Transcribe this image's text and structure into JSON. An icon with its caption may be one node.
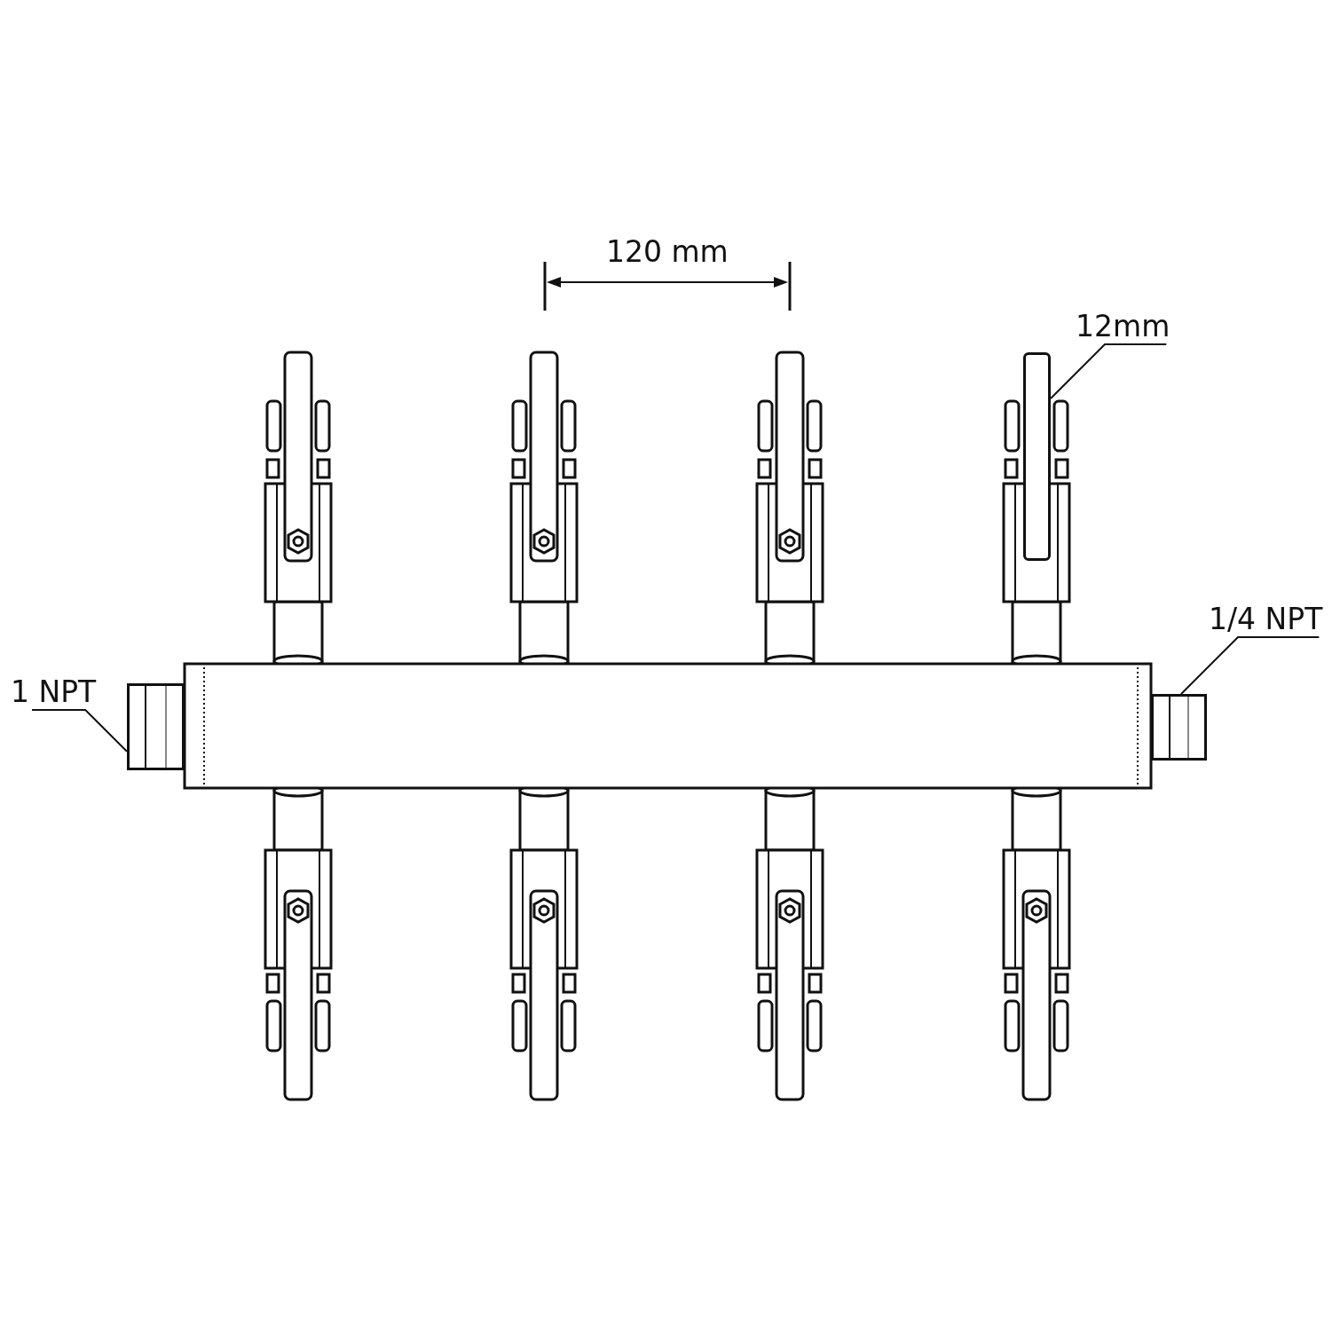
{
  "diagram": {
    "nodes": [
      {
        "text": [
          "12mm"
        ]
      },
      {
        "text": [],
        "shape": "box"
      },
      {
        "text": [
          "1/4 NPT"
        ]
      },
      {
        "text": [],
        "shape": "box"
      },
      {
        "text": [
          "1 NPT"
        ]
      },
      {
        "text": [],
        "shape": "box"
      }
    ],
    "edges": [
      {
        "from": 0,
        "to": 1,
        "arrow": "none"
      },
      {
        "from": 2,
        "to": 3,
        "arrow": "none"
      },
      {
        "from": 4,
        "to": 5,
        "arrow": "none"
      }
    ],
    "labels": [
      "120 mm"
    ]
  }
}
